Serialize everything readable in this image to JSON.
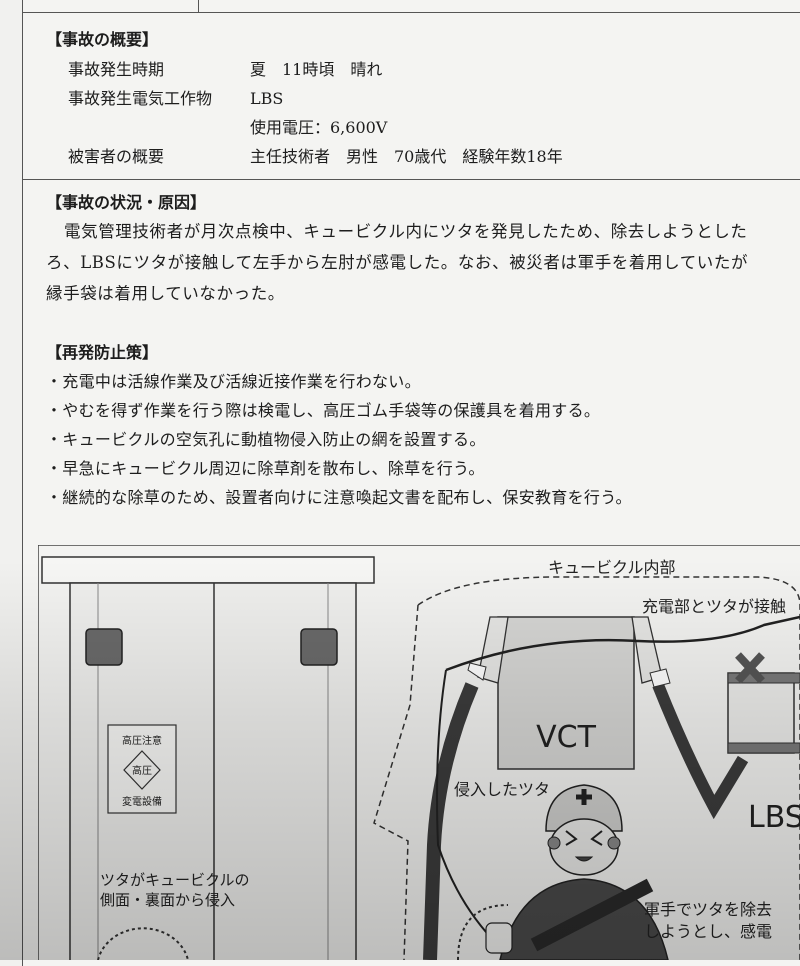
{
  "summary": {
    "heading": "【事故の概要】",
    "rows": [
      {
        "label": "事故発生時期",
        "value": "夏　11時頃　晴れ"
      },
      {
        "label": "事故発生電気工作物",
        "value": "LBS"
      },
      {
        "label": "",
        "value": "使用電圧：6,600V"
      },
      {
        "label": "被害者の概要",
        "value": "主任技術者　男性　70歳代　経験年数18年"
      }
    ]
  },
  "situation": {
    "heading": "【事故の状況・原因】",
    "lines": [
      "電気管理技術者が月次点検中、キュービクル内にツタを発見したため、除去しようとした",
      "ろ、LBSにツタが接触して左手から左肘が感電した。なお、被災者は軍手を着用していたが",
      "縁手袋は着用していなかった。"
    ]
  },
  "prevention": {
    "heading": "【再発防止策】",
    "items": [
      "・充電中は活線作業及び活線近接作業を行わない。",
      "・やむを得ず作業を行う際は検電し、高圧ゴム手袋等の保護具を着用する。",
      "・キュービクルの空気孔に動植物侵入防止の網を設置する。",
      "・早急にキュービクル周辺に除草剤を散布し、除草を行う。",
      "・継続的な除草のため、設置者向けに注意喚起文書を配布し、保安教育を行う。"
    ]
  },
  "figure": {
    "sign_top": "高圧注意",
    "sign_center": "高圧",
    "sign_bottom": "変電設備",
    "caption_outside": [
      "ツタがキュービクルの",
      "側面・裏面から侵入"
    ],
    "inside_label": "キュービクル内部",
    "contact_label": "充電部とツタが接触",
    "vct_label": "VCT",
    "lbs_label": "LBS",
    "vine_label": "侵入したツタ",
    "worker_caption": [
      "軍手でツタを除去",
      "しようとし、感電"
    ]
  }
}
